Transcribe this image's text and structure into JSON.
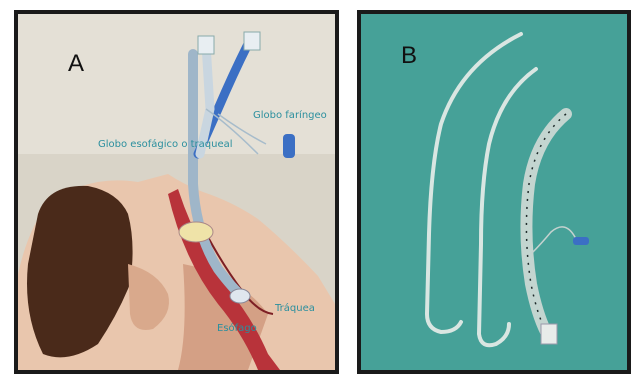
{
  "panel_a": {
    "letter": "A",
    "labels": {
      "esofagico": "Globo esofágico o traqueal",
      "faringeo": "Globo faríngeo",
      "traquea": "Tráquea",
      "esofago": "Esófago"
    }
  },
  "panel_b": {
    "letter": "B"
  },
  "colors": {
    "illustration_bg": "#d9d4c8",
    "drape": "#4aa59c",
    "tube_blue": "#3b6fc4",
    "trachea_red": "#b8333a"
  }
}
